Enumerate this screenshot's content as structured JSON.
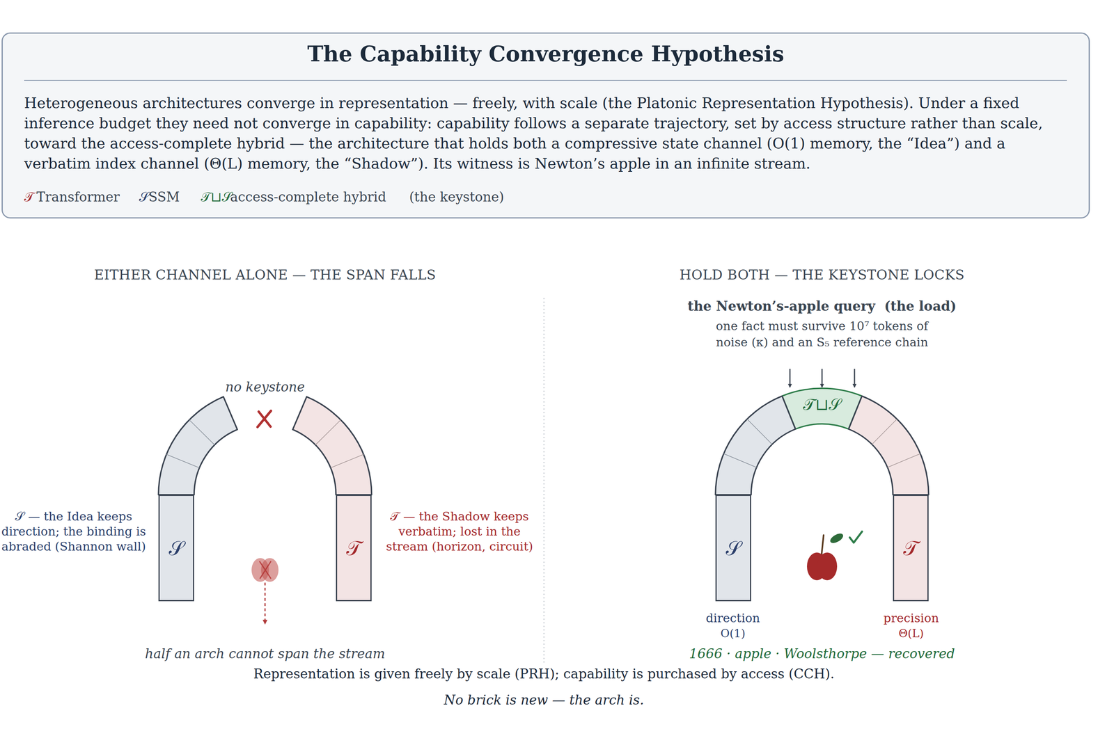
{
  "diagram": {
    "title": "The Capability Convergence Hypothesis",
    "caption": "Representation is given freely by scale (PRH); capability is purchased by access (CCH).",
    "nodes": [
      {
        "text": [
          "Heterogeneous architectures converge in representation — freely, with scale (the Platonic Representation Hypothesis). Under a fixed inference budget they need not converge in capability: capability follows a separate trajectory, set by access structure rather than scale, toward the access-complete hybrid — the architecture that holds both a compressive state channel (O(1) memory, the “Idea”) and a verbatim index channel (Θ(L) memory, the “Shadow”). Its witness is Newton’s apple in an infinite stream."
        ]
      },
      {
        "text": [
          "𝒮"
        ]
      },
      {
        "text": [
          "𝒯"
        ]
      },
      {
        "text": [
          "𝒮"
        ]
      },
      {
        "text": [
          "𝒯⊔𝒮"
        ]
      },
      {
        "text": [
          "𝒯"
        ]
      }
    ],
    "labels": [
      "𝒯",
      "Transformer",
      "𝒮",
      "SSM",
      "𝒯⊔𝒮",
      "access-complete hybrid",
      "(the keystone)",
      "EITHER CHANNEL ALONE — THE SPAN FALLS",
      "HOLD BOTH — THE KEYSTONE LOCKS",
      "no keystone",
      "𝒮 — the Idea keeps direction; the binding is abraded (Shannon wall)",
      "𝒯 — the Shadow keeps verbatim; lost in the stream (horizon, circuit)",
      "half an arch cannot span the stream",
      "the Newton’s-apple query  (the load)",
      "one fact must survive 10⁷ tokens of noise (κ) and an S₅ reference chain",
      "direction",
      "O(1)",
      "precision",
      "Θ(L)",
      "1666 · apple · Woolsthorpe — recovered",
      "No brick is new — the arch is."
    ]
  }
}
